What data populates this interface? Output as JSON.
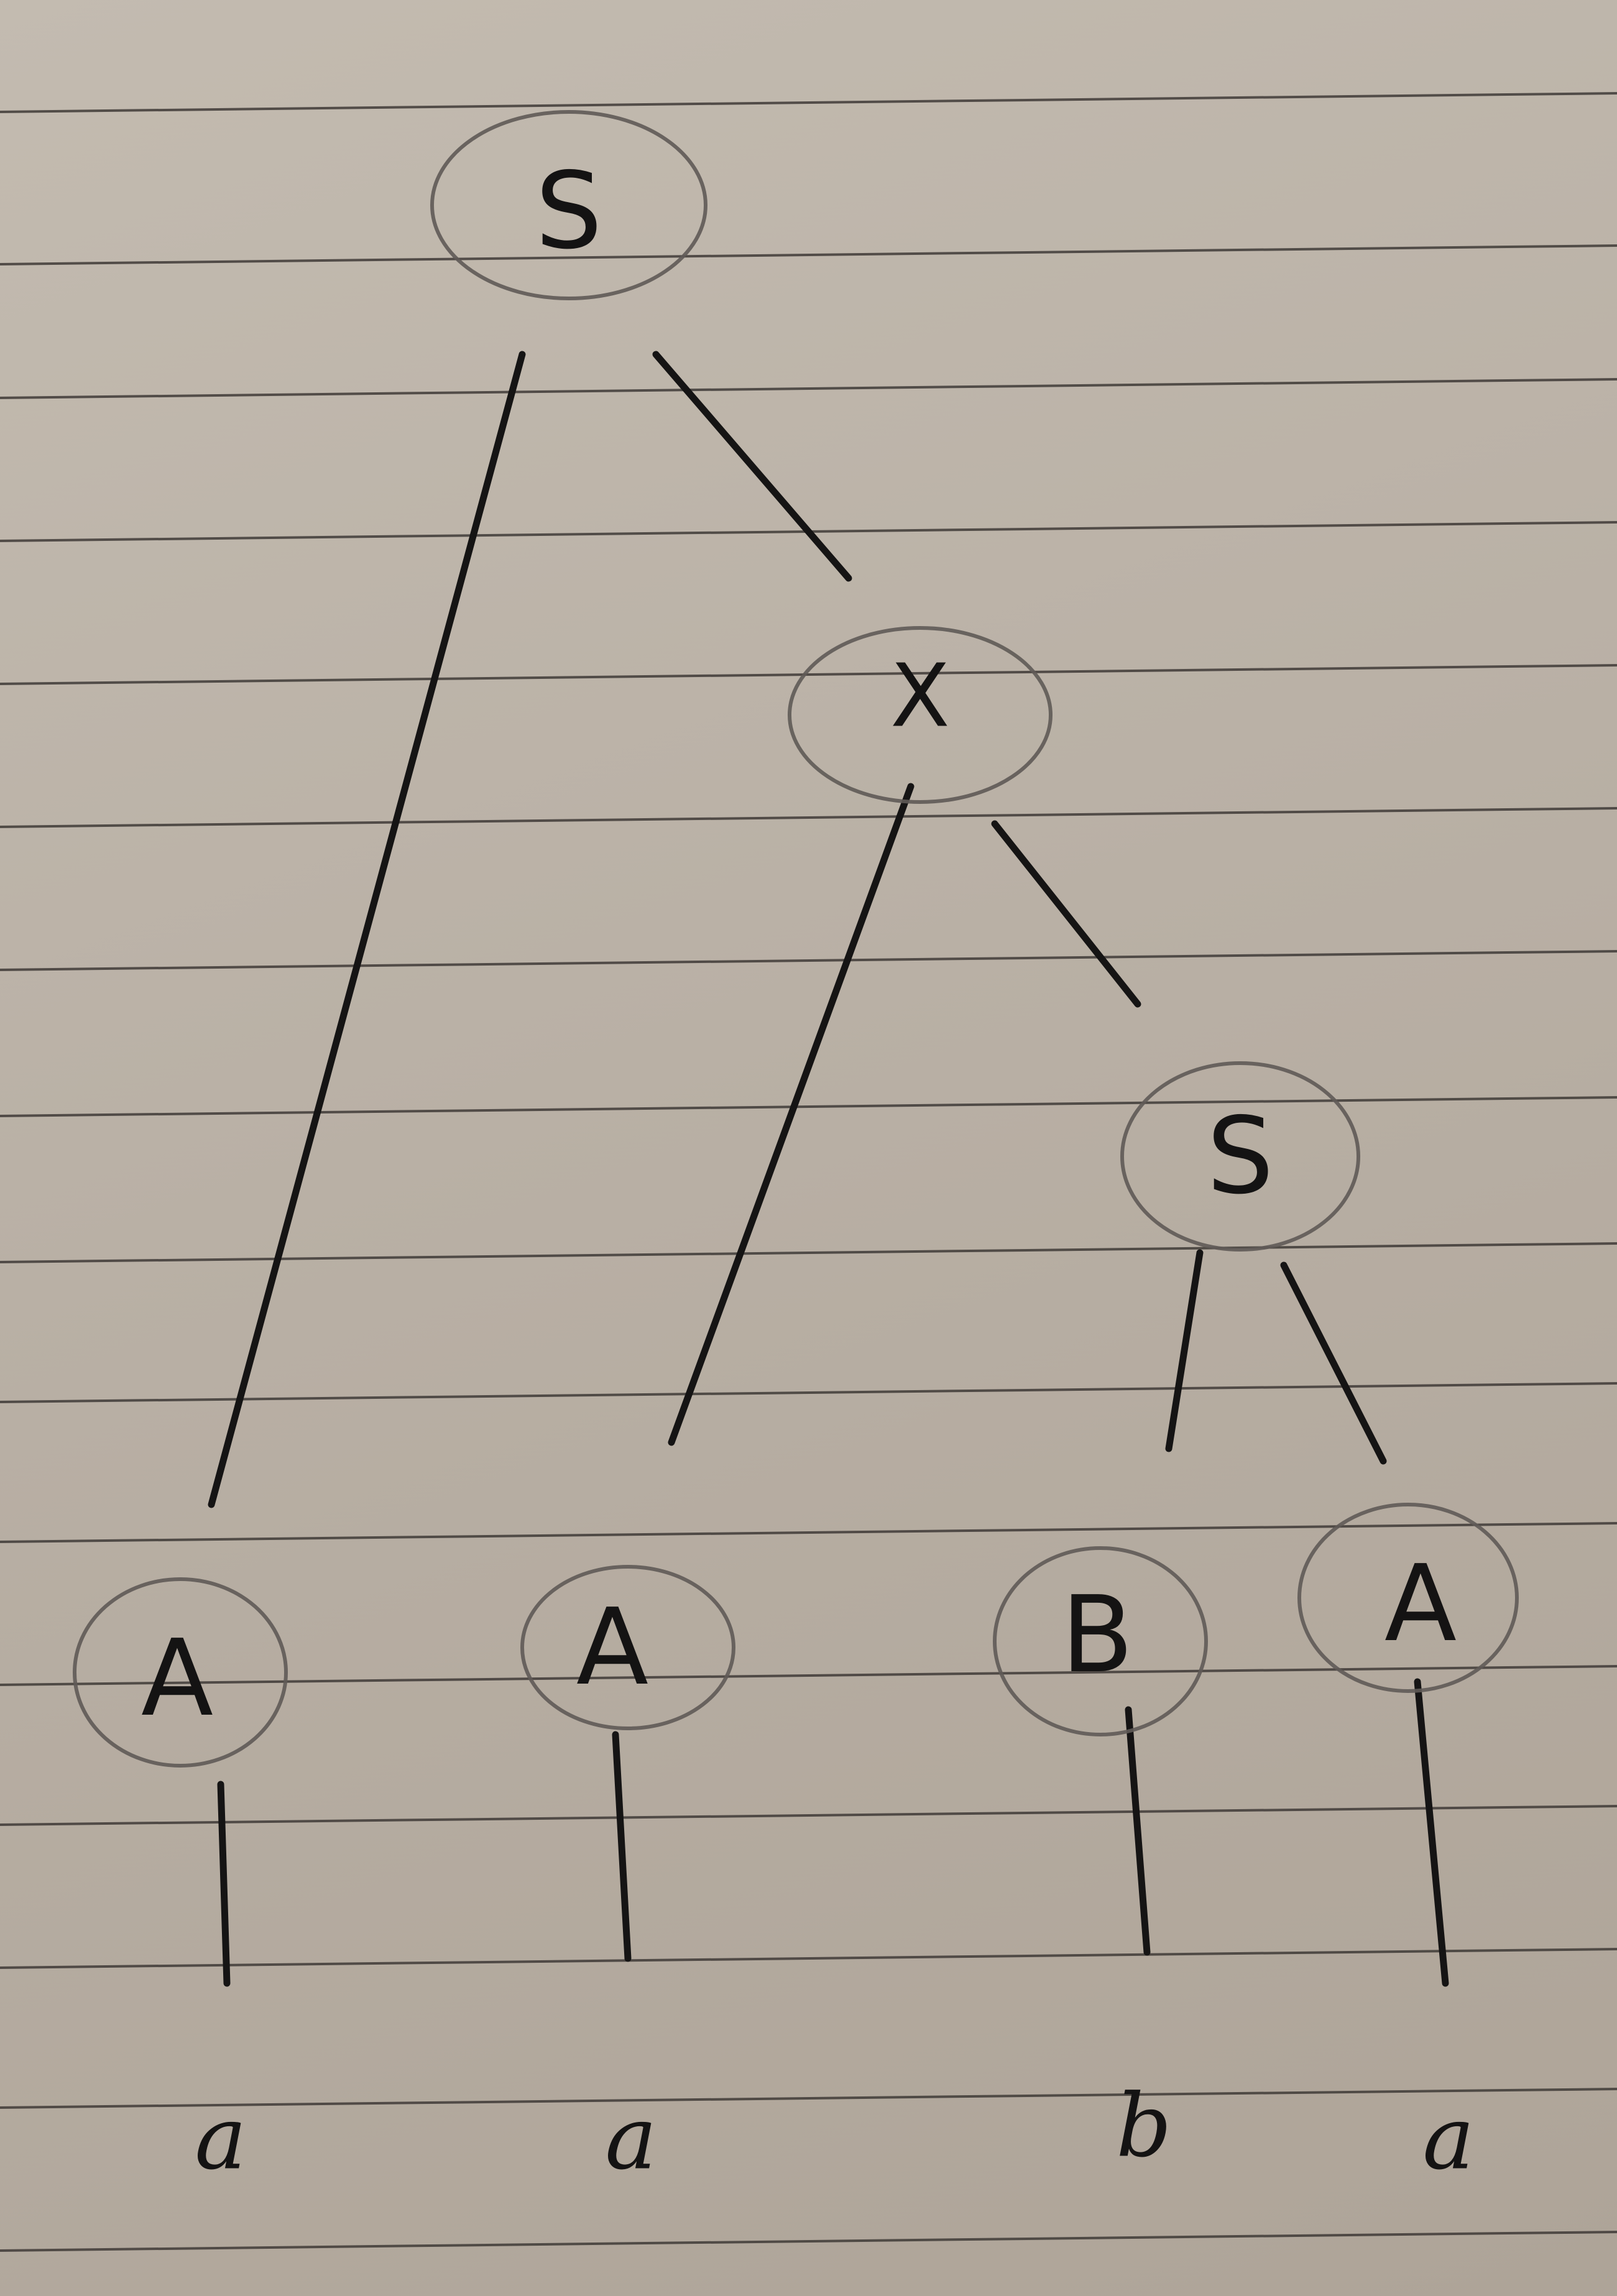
{
  "tree": {
    "nodes": [
      {
        "id": "n-s-root",
        "label": "S"
      },
      {
        "id": "n-x",
        "label": "X"
      },
      {
        "id": "n-s-inner",
        "label": "S"
      },
      {
        "id": "n-a1",
        "label": "A"
      },
      {
        "id": "n-a2",
        "label": "A"
      },
      {
        "id": "n-b",
        "label": "B"
      },
      {
        "id": "n-a3",
        "label": "A"
      }
    ],
    "leaves": [
      {
        "id": "leaf-1",
        "label": "a"
      },
      {
        "id": "leaf-2",
        "label": "a"
      },
      {
        "id": "leaf-3",
        "label": "b"
      },
      {
        "id": "leaf-4",
        "label": "a"
      }
    ],
    "edges": [
      {
        "from": "n-s-root",
        "to": "n-a1"
      },
      {
        "from": "n-s-root",
        "to": "n-x"
      },
      {
        "from": "n-x",
        "to": "n-a2"
      },
      {
        "from": "n-x",
        "to": "n-s-inner"
      },
      {
        "from": "n-s-inner",
        "to": "n-b"
      },
      {
        "from": "n-s-inner",
        "to": "n-a3"
      },
      {
        "from": "n-a1",
        "to": "leaf-1"
      },
      {
        "from": "n-a2",
        "to": "leaf-2"
      },
      {
        "from": "n-b",
        "to": "leaf-3"
      },
      {
        "from": "n-a3",
        "to": "leaf-4"
      }
    ]
  },
  "colors": {
    "ink": "#141313",
    "circle": "#5f5a56",
    "paper": "#bcb3a8",
    "rule": "#3f3a37"
  }
}
